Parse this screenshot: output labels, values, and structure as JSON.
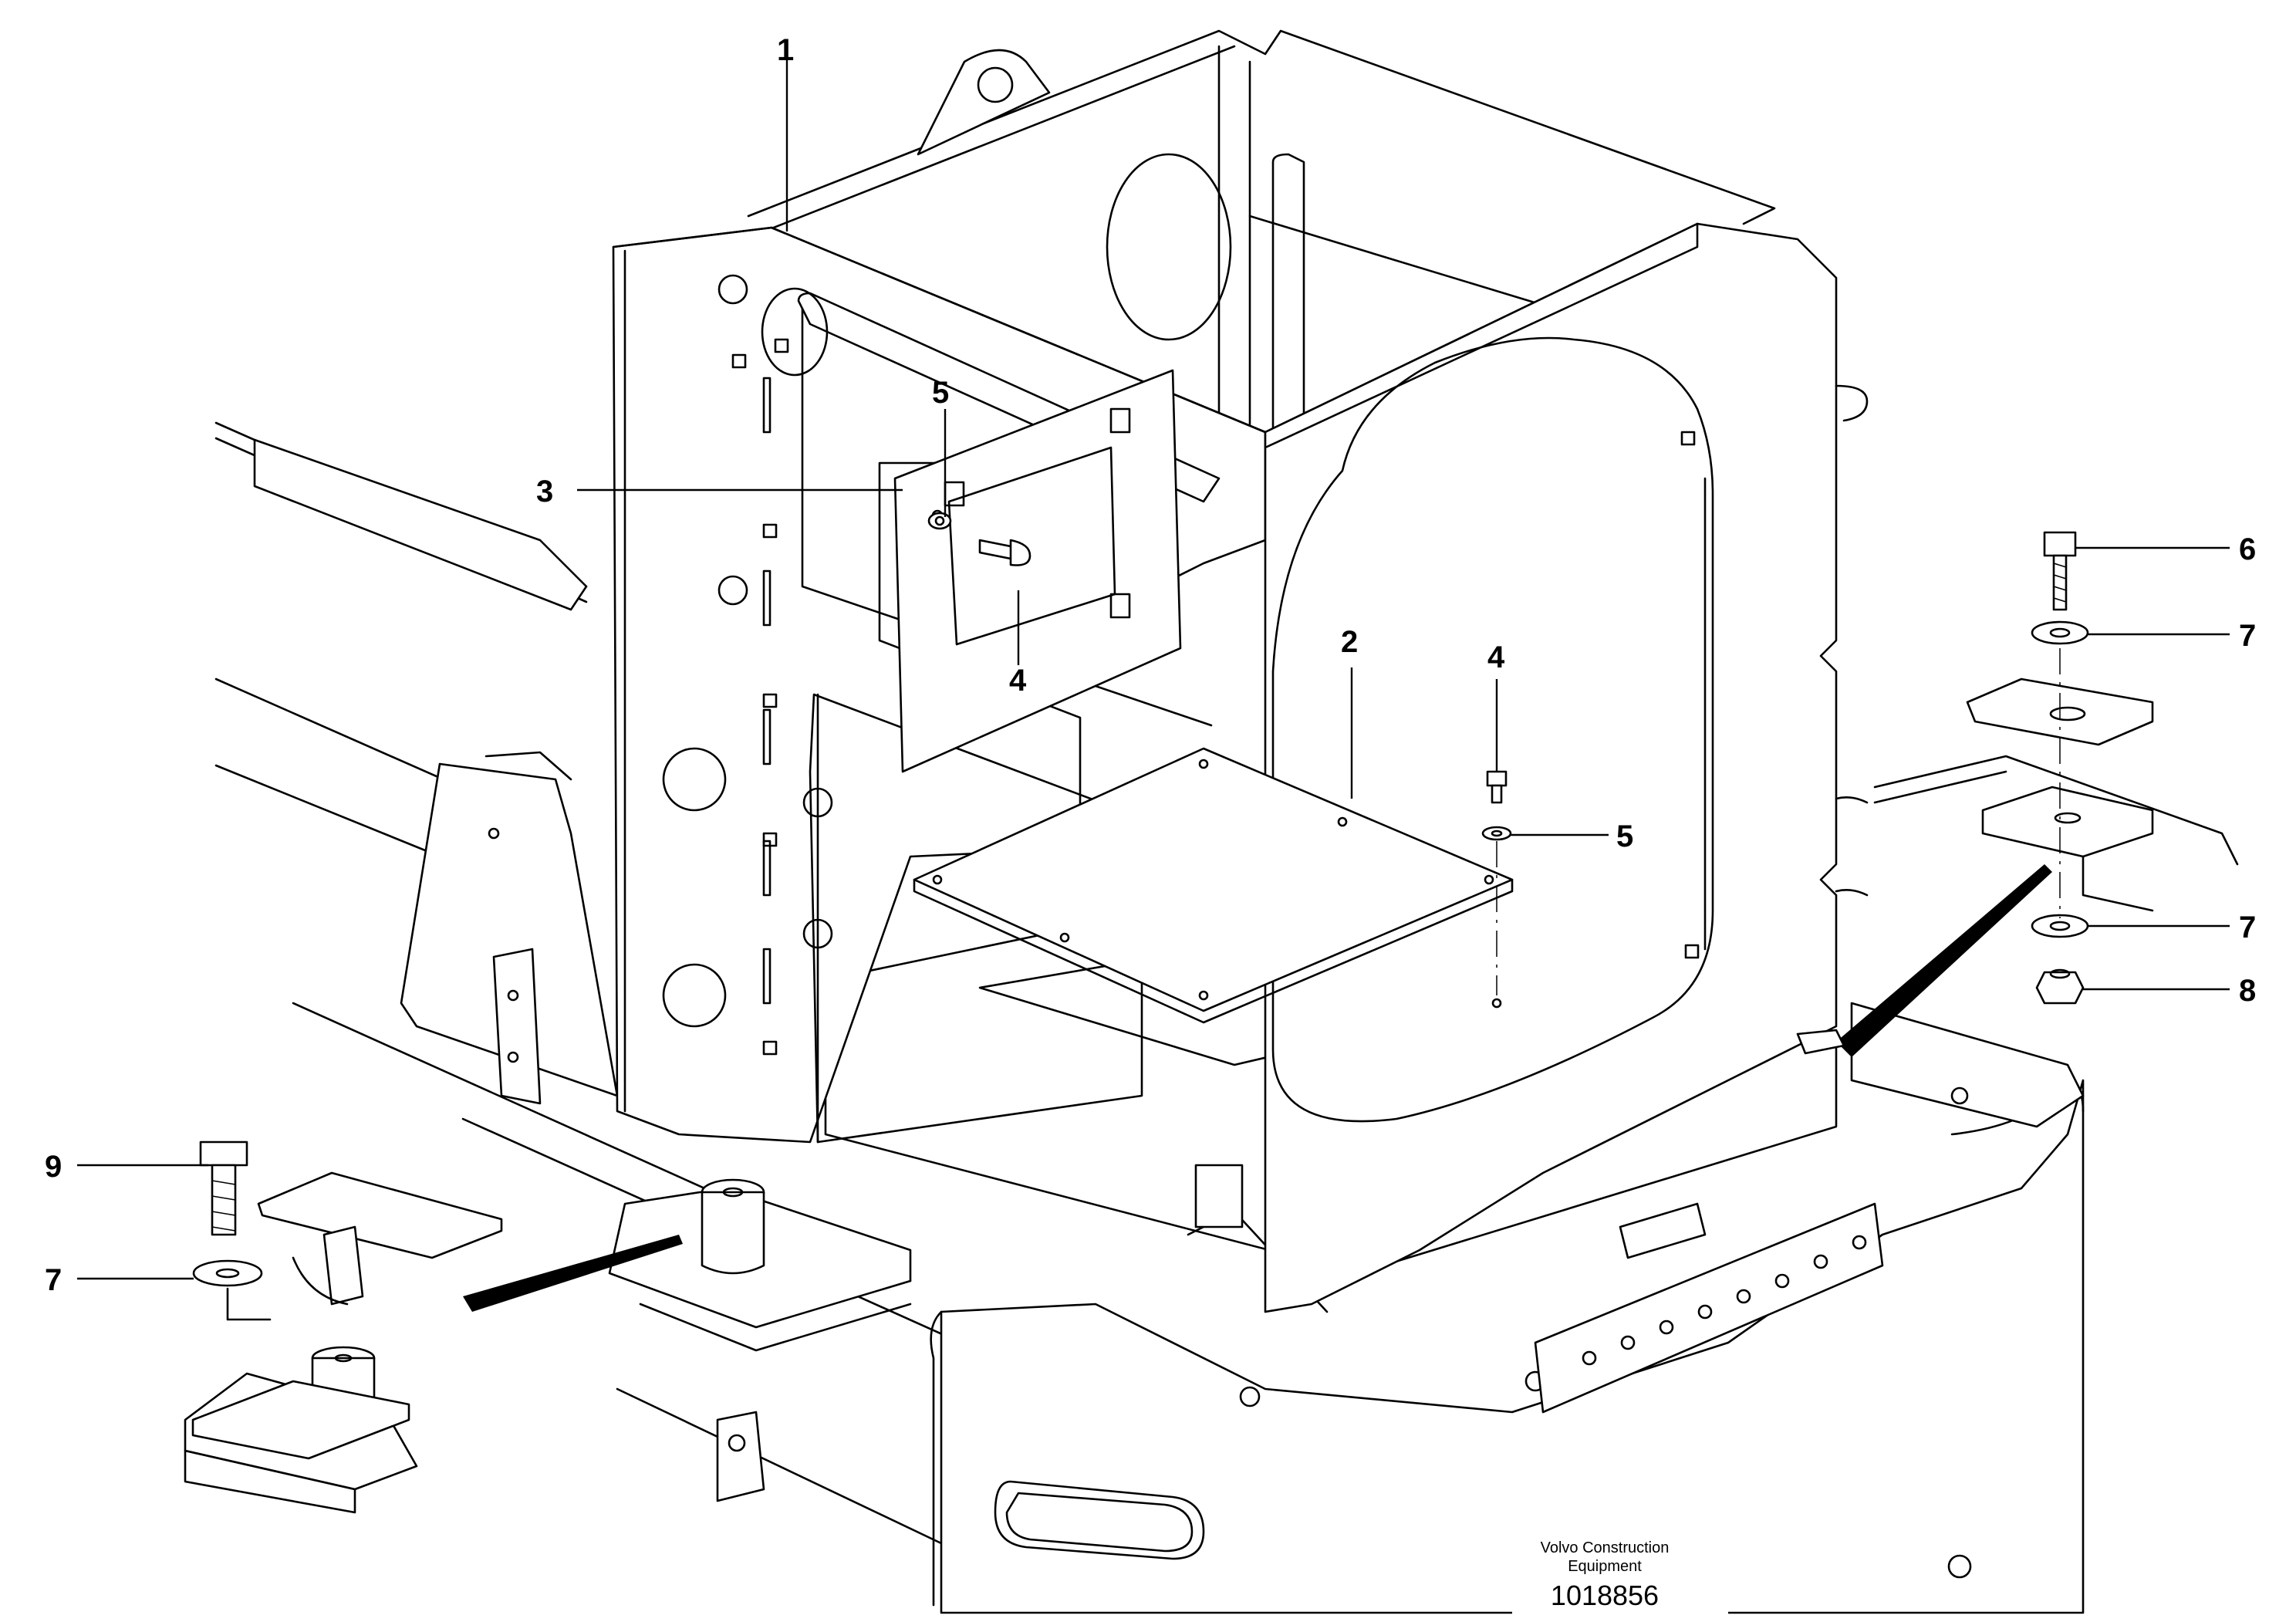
{
  "diagram": {
    "callouts": [
      {
        "id": "c1",
        "label": "1"
      },
      {
        "id": "c2",
        "label": "2"
      },
      {
        "id": "c3",
        "label": "3"
      },
      {
        "id": "c4a",
        "label": "4"
      },
      {
        "id": "c4b",
        "label": "4"
      },
      {
        "id": "c5a",
        "label": "5"
      },
      {
        "id": "c5b",
        "label": "5"
      },
      {
        "id": "c6",
        "label": "6"
      },
      {
        "id": "c7a",
        "label": "7"
      },
      {
        "id": "c7b",
        "label": "7"
      },
      {
        "id": "c7c",
        "label": "7"
      },
      {
        "id": "c8",
        "label": "8"
      },
      {
        "id": "c9",
        "label": "9"
      }
    ],
    "footer": {
      "company_line1": "Volvo Construction",
      "company_line2": "Equipment",
      "document_number": "1018856"
    }
  }
}
